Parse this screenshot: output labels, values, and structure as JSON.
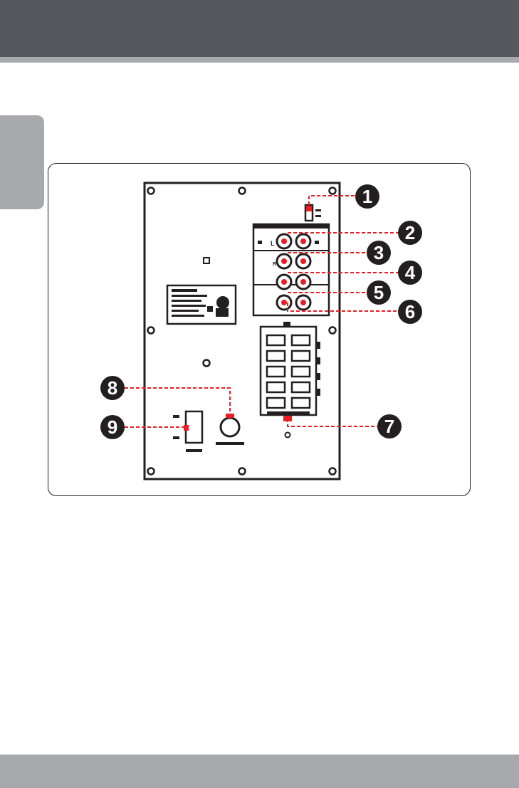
{
  "callouts": [
    {
      "id": "1",
      "label": "1"
    },
    {
      "id": "2",
      "label": "2"
    },
    {
      "id": "3",
      "label": "3"
    },
    {
      "id": "4",
      "label": "4"
    },
    {
      "id": "5",
      "label": "5"
    },
    {
      "id": "6",
      "label": "6"
    },
    {
      "id": "7",
      "label": "7"
    },
    {
      "id": "8",
      "label": "8"
    },
    {
      "id": "9",
      "label": "9"
    }
  ],
  "jack_labels": {
    "left": "L",
    "right": "R"
  },
  "colors": {
    "header": "#55585c",
    "accent_gray": "#a7a9ac",
    "callout_fill": "#231f20",
    "leader_red": "#ed1c24",
    "line": "#231f20"
  }
}
